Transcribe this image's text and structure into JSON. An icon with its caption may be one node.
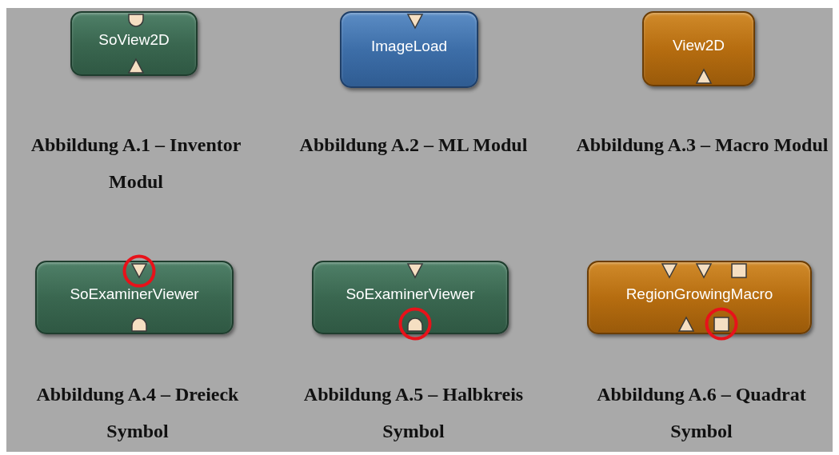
{
  "diagram": {
    "nodes": [
      {
        "text": [
          "SoView2D"
        ],
        "beside": [
          "Abbildung A.1 – Inventor Modul"
        ]
      },
      {
        "text": [
          "ImageLoad"
        ],
        "beside": [
          "Abbildung A.2 – ML Modul"
        ]
      },
      {
        "text": [
          "View2D"
        ],
        "beside": [
          "Abbildung A.3 – Macro Modul"
        ]
      },
      {
        "text": [
          "SoExaminerViewer"
        ],
        "beside": [
          "Abbildung A.4 – Dreieck Symbol"
        ]
      },
      {
        "text": [
          "SoExaminerViewer"
        ],
        "beside": [
          "Abbildung A.5 – Halbkreis Symbol"
        ]
      },
      {
        "text": [
          "RegionGrowingMacro"
        ],
        "beside": [
          "Abbildung A.6 – Quadrat Symbol"
        ]
      }
    ],
    "edges": []
  }
}
